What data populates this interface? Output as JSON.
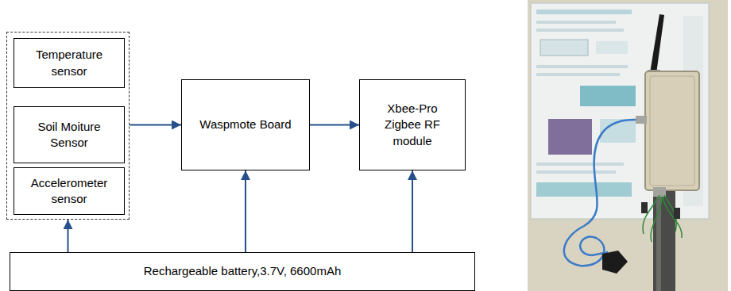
{
  "diagram": {
    "nodes": [
      {
        "text": []
      },
      {
        "text": [
          "Temperature sensor"
        ],
        "in": 0
      },
      {
        "text": [
          "Soil Moiture Sensor"
        ],
        "in": 0
      },
      {
        "text": [
          "Accelerometer sensor"
        ],
        "in": 0
      },
      {
        "text": [
          "Waspmote Board"
        ]
      },
      {
        "text": [
          "Xbee-Pro Zigbee RF module"
        ]
      },
      {
        "text": [
          "Rechargeable battery,3.7V, 6600mAh"
        ]
      }
    ],
    "edges": [
      {
        "from": 0,
        "to": 4,
        "arrow": "to"
      },
      {
        "from": 4,
        "to": 5,
        "arrow": "to"
      },
      {
        "from": 6,
        "to": 0,
        "arrow": "to"
      },
      {
        "from": 6,
        "to": 4,
        "arrow": "to"
      },
      {
        "from": 6,
        "to": 5,
        "arrow": "to"
      }
    ]
  }
}
